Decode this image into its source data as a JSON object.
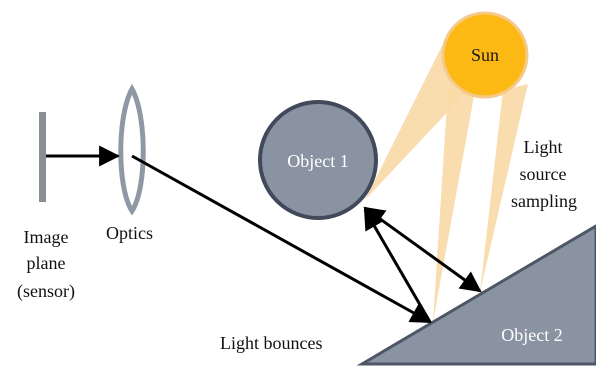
{
  "labels": {
    "sun": "Sun",
    "object1": "Object 1",
    "object2": "Object 2",
    "optics": "Optics",
    "image_plane_line1": "Image",
    "image_plane_line2": "plane",
    "image_plane_line3": "(sensor)",
    "light_source_line1": "Light",
    "light_source_line2": "source",
    "light_source_line3": "sampling",
    "light_bounces": "Light bounces"
  },
  "colors": {
    "sun_fill": "#FDB913",
    "sun_stroke": "#F5C98A",
    "light_rays": "#FAD9A6",
    "object1_fill": "#8A93A1",
    "object1_stroke": "#414A5A",
    "object2_fill": "#8A93A1",
    "object2_stroke": "#4E5766",
    "optics_stroke": "#8F99A6",
    "image_plane": "#8A8F96",
    "arrows": "#000000"
  }
}
